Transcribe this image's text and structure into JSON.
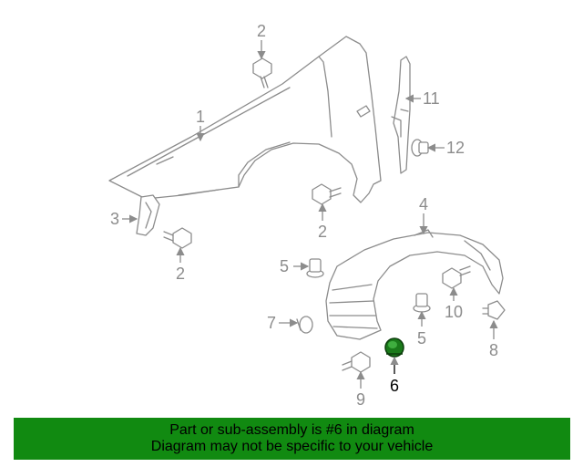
{
  "diagram": {
    "callouts": {
      "c2a": "2",
      "c1": "1",
      "c11": "11",
      "c12": "12",
      "c3": "3",
      "c2b": "2",
      "c2c": "2",
      "c4": "4",
      "c5a": "5",
      "c5b": "5",
      "c7": "7",
      "c10": "10",
      "c8": "8",
      "c6": "6",
      "c9": "9"
    },
    "highlighted_part": "6",
    "highlight_color": "#1a7a1a"
  },
  "banner": {
    "line1": "Part or sub-assembly is #6 in diagram",
    "line2": "Diagram may not be specific to your vehicle",
    "background": "#118a11"
  }
}
